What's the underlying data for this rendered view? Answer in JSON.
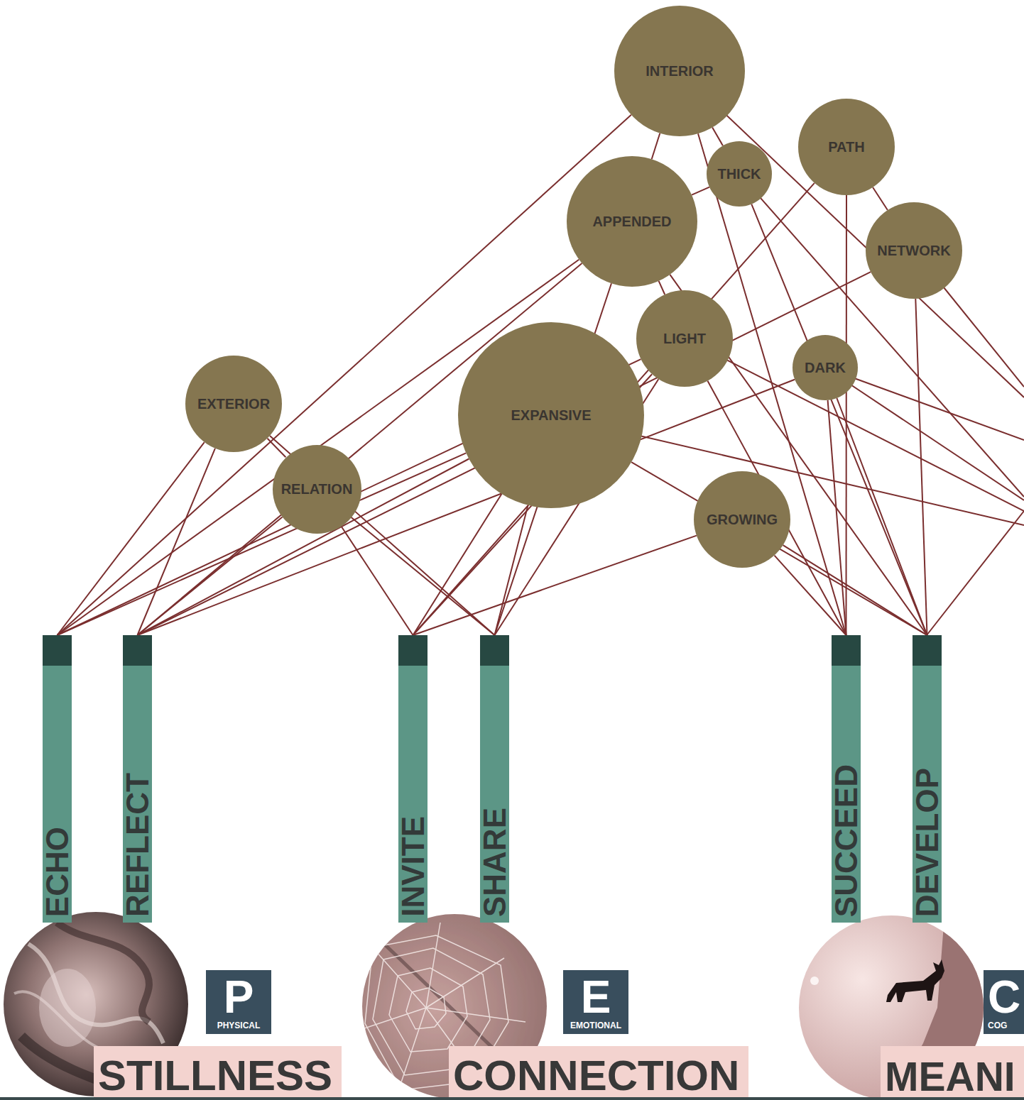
{
  "diagram": {
    "nodes": [
      {
        "text": [
          "INTERIOR"
        ]
      },
      {
        "text": [
          "PATH"
        ]
      },
      {
        "text": [
          "THICK"
        ]
      },
      {
        "text": [
          "APPENDED"
        ]
      },
      {
        "text": [
          "NETWORK"
        ]
      },
      {
        "text": [
          "LIGHT"
        ]
      },
      {
        "text": [
          "DARK"
        ]
      },
      {
        "text": [
          "EXTERIOR"
        ]
      },
      {
        "text": [
          "EXPANSIVE"
        ]
      },
      {
        "text": [
          "RELATION"
        ]
      },
      {
        "text": [
          "GROWING"
        ]
      },
      {
        "text": [
          "ECHO"
        ]
      },
      {
        "text": [
          "REFLECT"
        ]
      },
      {
        "text": [
          "INVITE"
        ]
      },
      {
        "text": [
          "SHARE"
        ]
      },
      {
        "text": [
          "SUCCEED"
        ]
      },
      {
        "text": [
          "DEVELOP"
        ]
      },
      {
        "text": [
          "P",
          "PHYSICAL"
        ]
      },
      {
        "text": [
          "STILLNESS"
        ]
      },
      {
        "text": [
          "E",
          "EMOTIONAL"
        ]
      },
      {
        "text": [
          "CONNECTION"
        ]
      },
      {
        "text": [
          "C",
          "COG"
        ]
      },
      {
        "text": [
          "MEANI"
        ]
      }
    ],
    "edges": [
      {
        "from": 7,
        "to": 11,
        "arrow": "none"
      },
      {
        "from": 0,
        "to": 11,
        "arrow": "none"
      },
      {
        "from": 3,
        "to": 11,
        "arrow": "none"
      },
      {
        "from": 8,
        "to": 11,
        "arrow": "none"
      },
      {
        "from": 5,
        "to": 11,
        "arrow": "none"
      },
      {
        "from": 7,
        "to": 12,
        "arrow": "none"
      },
      {
        "from": 9,
        "to": 12,
        "arrow": "none"
      },
      {
        "from": 3,
        "to": 12,
        "arrow": "none"
      },
      {
        "from": 8,
        "to": 12,
        "arrow": "none"
      },
      {
        "from": 6,
        "to": 12,
        "arrow": "none"
      },
      {
        "from": 4,
        "to": 12,
        "arrow": "none"
      },
      {
        "from": 9,
        "to": 13,
        "arrow": "none"
      },
      {
        "from": 8,
        "to": 13,
        "arrow": "none"
      },
      {
        "from": 5,
        "to": 13,
        "arrow": "none"
      },
      {
        "from": 1,
        "to": 13,
        "arrow": "none"
      },
      {
        "from": 10,
        "to": 13,
        "arrow": "none"
      },
      {
        "from": 9,
        "to": 14,
        "arrow": "none"
      },
      {
        "from": 8,
        "to": 14,
        "arrow": "none"
      },
      {
        "from": 3,
        "to": 14,
        "arrow": "none"
      },
      {
        "from": 5,
        "to": 14,
        "arrow": "none"
      },
      {
        "from": 7,
        "to": 14,
        "arrow": "none"
      },
      {
        "from": 1,
        "to": 15,
        "arrow": "none"
      },
      {
        "from": 10,
        "to": 15,
        "arrow": "none"
      },
      {
        "from": 6,
        "to": 15,
        "arrow": "none"
      },
      {
        "from": 5,
        "to": 15,
        "arrow": "none"
      },
      {
        "from": 0,
        "to": 15,
        "arrow": "none"
      },
      {
        "from": 4,
        "to": 16,
        "arrow": "none"
      },
      {
        "from": 10,
        "to": 16,
        "arrow": "none"
      },
      {
        "from": 2,
        "to": 16,
        "arrow": "none"
      },
      {
        "from": 6,
        "to": 16,
        "arrow": "none"
      },
      {
        "from": 8,
        "to": 16,
        "arrow": "none"
      },
      {
        "from": 3,
        "to": 16,
        "arrow": "none"
      },
      {
        "from": 7,
        "to": 9,
        "arrow": "none"
      },
      {
        "from": 0,
        "to": 3,
        "arrow": "none"
      },
      {
        "from": 0,
        "to": 2,
        "arrow": "none"
      },
      {
        "from": 1,
        "to": 4,
        "arrow": "none"
      },
      {
        "from": 3,
        "to": 2,
        "arrow": "none"
      },
      {
        "from": 3,
        "to": 5,
        "arrow": "none"
      }
    ]
  }
}
